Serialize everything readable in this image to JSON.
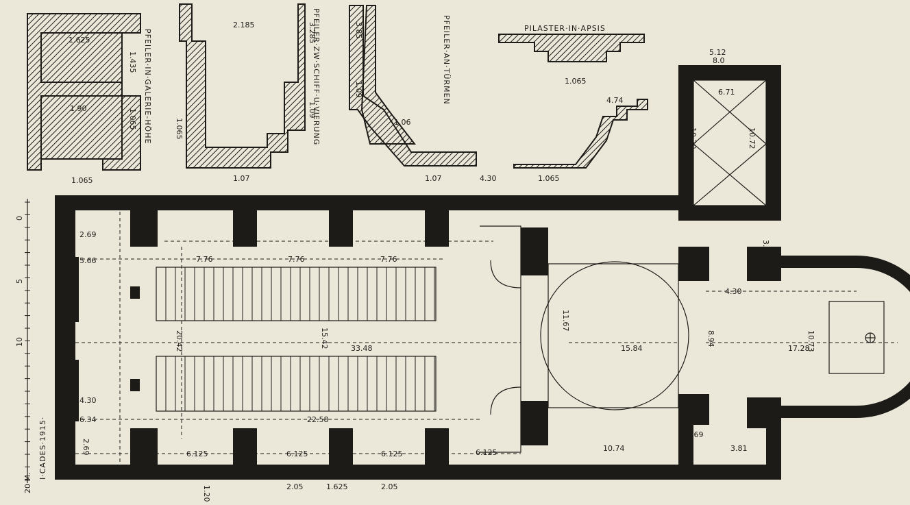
{
  "labels": {
    "pilaster_apsis": "PILASTER·IN·APSIS",
    "pfeiler_galerie": "PFEILER·IN·GALERIE-HÖHE",
    "pfeiler_schiff": "PFEILER·ZW·SCHIFF·U·VIERUNG",
    "pfeiler_turmen": "PFEILER·AN·TÜRMEN",
    "signature": "I·CADES·1915·",
    "scale_unit": "20 M."
  },
  "scale": {
    "ticks": [
      "0",
      "5",
      "10"
    ]
  },
  "dimensions": {
    "d1": "1.625",
    "d2": "1.435",
    "d3": "1.90",
    "d4": "1.065",
    "d5": "1.065",
    "d6": "2.185",
    "d7": "3.285",
    "d8": "1.09",
    "d9": "1.07",
    "d10": "1.065",
    "d11": "3.85",
    "d12": "1.09",
    "d13": "1.06",
    "d14": "1.07",
    "d15": "4.30",
    "d16": "1.065",
    "d17": "4.74",
    "d18": "5.12",
    "d19": "8.0",
    "d20": "6.71",
    "d21": "10.20",
    "d22": "10.72",
    "d23": "2.69",
    "d24": "5.66",
    "d25": "7.76",
    "d26": "7.76",
    "d27": "7.76",
    "d28": "20.42",
    "d29": "15.42",
    "d30": "33.48",
    "d31": "4.30",
    "d32": "6.34",
    "d33": "22.58",
    "d34": "2.69",
    "d35": "6.125",
    "d36": "6.125",
    "d37": "6.125",
    "d38": "6.125",
    "d39": "11.67",
    "d40": "15.84",
    "d41": "10.74",
    "d42": "8.94",
    "d43": "4.30",
    "d44": "17.28",
    "d45": "10.73",
    "d46": "3.35",
    "d47": "2.69",
    "d48": "3.81",
    "d49": "1.20",
    "d50": "2.05",
    "d51": "2.05",
    "d52": "1.625",
    "d53": "1.065"
  }
}
